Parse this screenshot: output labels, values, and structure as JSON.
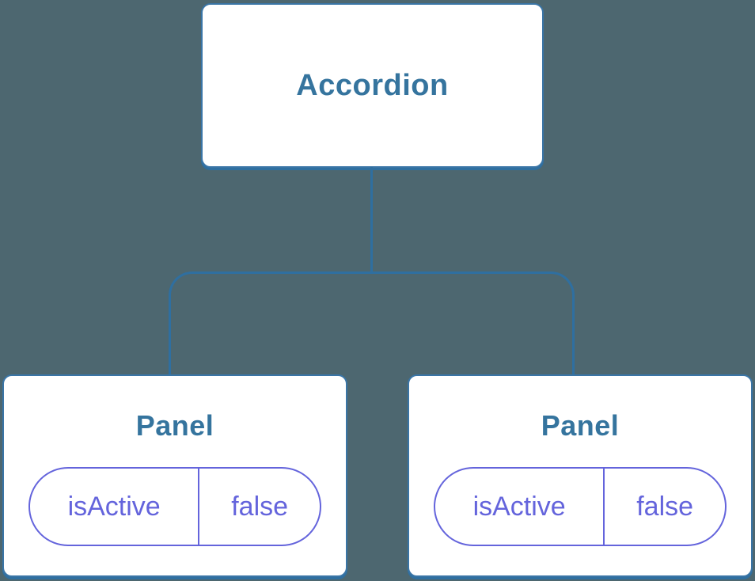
{
  "diagram": {
    "description": "Component tree diagram",
    "colors": {
      "background": "#4D6770",
      "node_background": "#FFFFFF",
      "node_border": "#3A75A6",
      "node_text": "#35749E",
      "connector_line": "#2F6FA0",
      "state_pill": "#6464DC"
    },
    "tree": {
      "root": {
        "label": "Accordion"
      },
      "children": [
        {
          "label": "Panel",
          "state": {
            "key": "isActive",
            "value": "false"
          }
        },
        {
          "label": "Panel",
          "state": {
            "key": "isActive",
            "value": "false"
          }
        }
      ]
    }
  }
}
